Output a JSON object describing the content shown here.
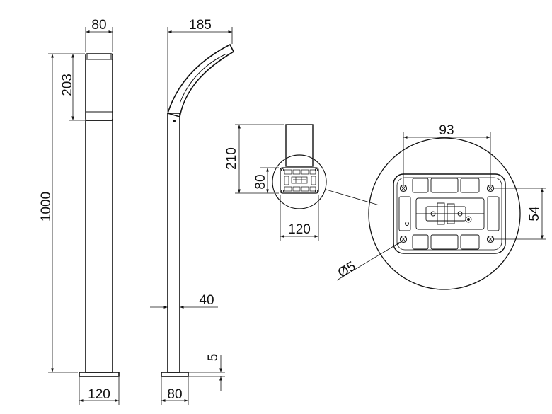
{
  "front_view": {
    "width_top": "80",
    "head_height": "203",
    "total_height": "1000",
    "base_width": "120"
  },
  "side_view": {
    "arm_reach": "185",
    "pole_width": "40",
    "base_thickness": "5",
    "base_width": "80"
  },
  "base_plan": {
    "height": "210",
    "plate_depth": "80",
    "plate_width": "120"
  },
  "detail": {
    "hole_spacing_x": "93",
    "hole_spacing_y": "54",
    "hole_diameter": "Ø5"
  },
  "colors": {
    "line": "#111111",
    "background": "#ffffff",
    "fill": "#ffffff"
  }
}
